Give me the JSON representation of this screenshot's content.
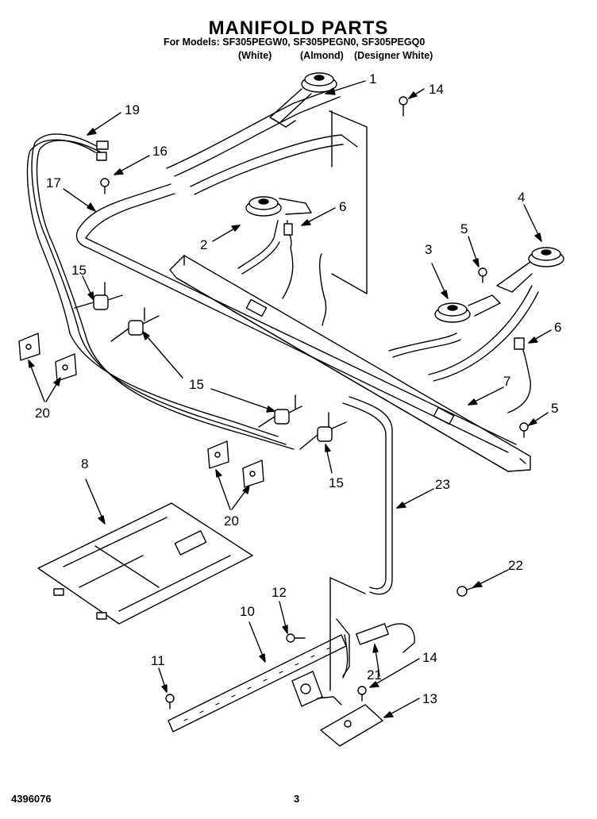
{
  "header": {
    "title": "MANIFOLD PARTS",
    "models_line": "For Models: SF305PEGW0, SF305PEGN0, SF305PEGQ0",
    "variants": [
      "(White)",
      "(Almond)",
      "(Designer White)"
    ]
  },
  "callouts": [
    "1",
    "14",
    "19",
    "16",
    "17",
    "6",
    "2",
    "4",
    "5",
    "3",
    "15",
    "6",
    "15",
    "7",
    "5",
    "20",
    "15",
    "8",
    "20",
    "23",
    "22",
    "12",
    "10",
    "14",
    "11",
    "21",
    "13"
  ],
  "footer": {
    "doc_number": "4396076",
    "page_number": "3"
  }
}
